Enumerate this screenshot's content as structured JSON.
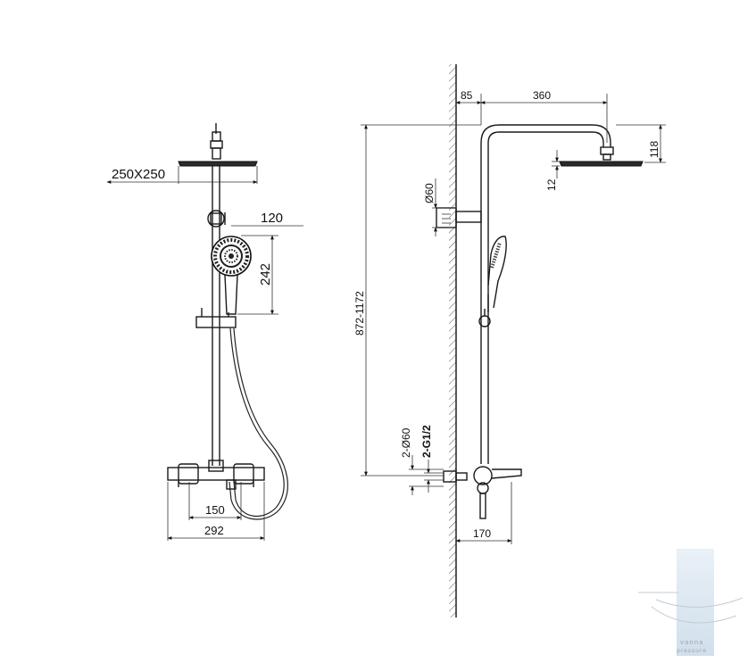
{
  "dimensions": {
    "head_size": "250X250",
    "handshower_width": "120",
    "handshower_height": "242",
    "mixer_center_distance": "150",
    "mixer_total_width": "292",
    "wall_offset": "85",
    "arm_reach": "360",
    "arm_drop": "118",
    "head_thickness": "12",
    "holder_diameter": "Ø60",
    "height_range": "872-1172",
    "escutcheon": "2-Ø60",
    "thread": "2-G1/2",
    "spout_depth": "170"
  },
  "watermark": {
    "line1": "vanna",
    "line2": "pressure"
  }
}
